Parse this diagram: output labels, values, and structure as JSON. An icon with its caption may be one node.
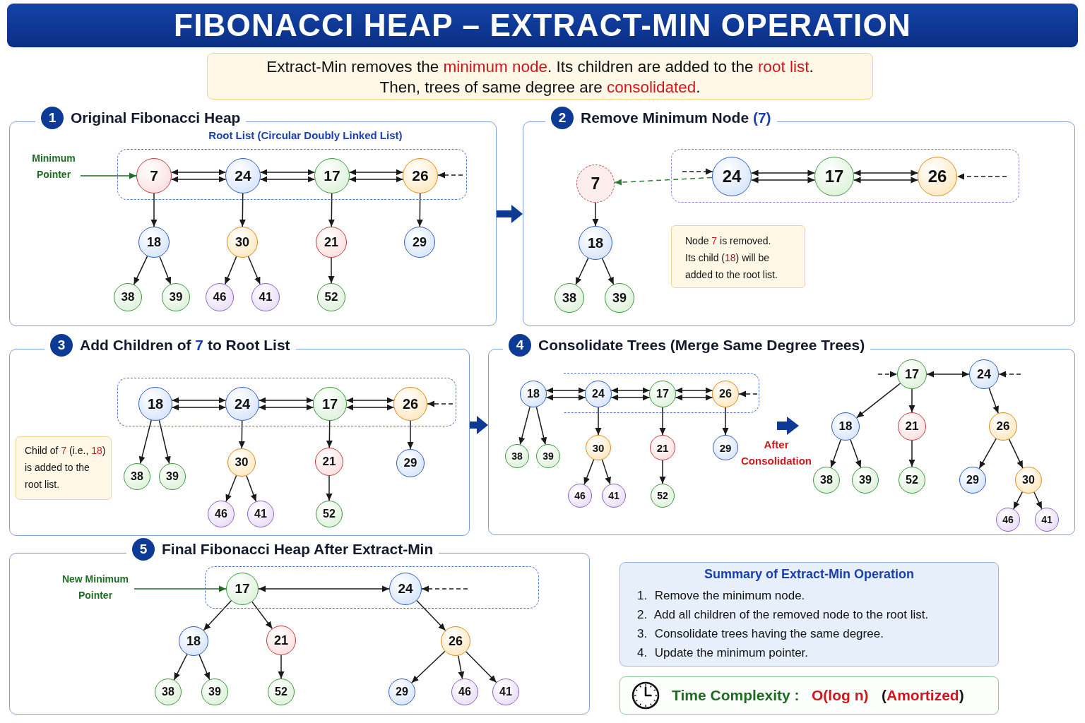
{
  "diagram": {
    "title": "FIBONACCI HEAP – EXTRACT-MIN OPERATION",
    "nodes": [
      {
        "text": [
          "Extract-Min removes the minimum node. Its children are added to the root list. Then, trees of same degree are consolidated."
        ]
      },
      {
        "text": [
          "1",
          "Original Fibonacci Heap"
        ]
      },
      {
        "text": [
          "Minimum Pointer"
        ],
        "in": 1
      },
      {
        "text": [
          "Root List (Circular Doubly Linked List)"
        ],
        "in": 1
      },
      {
        "text": [
          "7"
        ],
        "in": 3
      },
      {
        "text": [
          "24"
        ],
        "in": 3
      },
      {
        "text": [
          "17"
        ],
        "in": 3
      },
      {
        "text": [
          "26"
        ],
        "in": 3
      },
      {
        "text": [
          "18"
        ],
        "in": 1
      },
      {
        "text": [
          "30"
        ],
        "in": 1
      },
      {
        "text": [
          "21"
        ],
        "in": 1
      },
      {
        "text": [
          "29"
        ],
        "in": 1
      },
      {
        "text": [
          "38"
        ],
        "in": 1
      },
      {
        "text": [
          "39"
        ],
        "in": 1
      },
      {
        "text": [
          "46"
        ],
        "in": 1
      },
      {
        "text": [
          "41"
        ],
        "in": 1
      },
      {
        "text": [
          "52"
        ],
        "in": 1
      },
      {
        "text": [
          "2",
          "Remove Minimum Node (7)"
        ]
      },
      {
        "text": [
          "7"
        ],
        "in": 17
      },
      {
        "text": [],
        "shape": "box",
        "in": 17
      },
      {
        "text": [
          "24"
        ],
        "in": 19
      },
      {
        "text": [
          "17"
        ],
        "in": 19
      },
      {
        "text": [
          "26"
        ],
        "in": 19
      },
      {
        "text": [
          "18"
        ],
        "in": 17
      },
      {
        "text": [
          "Node 7 is removed. Its child (18) will be added to the root list."
        ],
        "in": 17
      },
      {
        "text": [
          "38"
        ],
        "in": 17
      },
      {
        "text": [
          "39"
        ],
        "in": 17
      },
      {
        "text": [
          "3",
          "Add Children of 7 to Root List"
        ]
      },
      {
        "text": [],
        "shape": "box",
        "in": 27
      },
      {
        "text": [
          "18"
        ],
        "in": 28
      },
      {
        "text": [
          "24"
        ],
        "in": 28
      },
      {
        "text": [
          "17"
        ],
        "in": 28
      },
      {
        "text": [
          "26"
        ],
        "in": 28
      },
      {
        "text": [
          "Child of 7 (i.e., 18) is added to the root list."
        ],
        "in": 27
      },
      {
        "text": [
          "30"
        ],
        "in": 27
      },
      {
        "text": [
          "21"
        ],
        "in": 27
      },
      {
        "text": [
          "29"
        ],
        "in": 27
      },
      {
        "text": [
          "38"
        ],
        "in": 27
      },
      {
        "text": [
          "39"
        ],
        "in": 27
      },
      {
        "text": [
          "46"
        ],
        "in": 27
      },
      {
        "text": [
          "41"
        ],
        "in": 27
      },
      {
        "text": [
          "52"
        ],
        "in": 27
      },
      {
        "text": [
          "4",
          "Consolidate Trees (Merge Same Degree Trees)"
        ]
      },
      {
        "text": [
          "18"
        ],
        "in": 42
      },
      {
        "text": [],
        "shape": "box",
        "in": 42
      },
      {
        "text": [
          "24"
        ],
        "in": 44
      },
      {
        "text": [
          "17"
        ],
        "in": 44
      },
      {
        "text": [
          "26"
        ],
        "in": 44
      },
      {
        "text": [
          "38"
        ],
        "in": 42
      },
      {
        "text": [
          "39"
        ],
        "in": 42
      },
      {
        "text": [
          "30"
        ],
        "in": 42
      },
      {
        "text": [
          "21"
        ],
        "in": 42
      },
      {
        "text": [
          "29"
        ],
        "in": 42
      },
      {
        "text": [
          "46"
        ],
        "in": 42
      },
      {
        "text": [
          "41"
        ],
        "in": 42
      },
      {
        "text": [
          "52"
        ],
        "in": 42
      },
      {
        "text": [
          "17"
        ],
        "in": 42
      },
      {
        "text": [
          "24"
        ],
        "in": 42
      },
      {
        "text": [
          "18"
        ],
        "in": 42
      },
      {
        "text": [
          "21"
        ],
        "in": 42
      },
      {
        "text": [
          "26"
        ],
        "in": 42
      },
      {
        "text": [
          "38"
        ],
        "in": 42
      },
      {
        "text": [
          "39"
        ],
        "in": 42
      },
      {
        "text": [
          "52"
        ],
        "in": 42
      },
      {
        "text": [
          "29"
        ],
        "in": 42
      },
      {
        "text": [
          "30"
        ],
        "in": 42
      },
      {
        "text": [
          "46"
        ],
        "in": 42
      },
      {
        "text": [
          "41"
        ],
        "in": 42
      },
      {
        "text": [
          "5",
          "Final Fibonacci Heap After Extract-Min"
        ]
      },
      {
        "text": [
          "New Minimum Pointer"
        ],
        "in": 68
      },
      {
        "text": [],
        "shape": "box",
        "in": 68
      },
      {
        "text": [
          "17"
        ],
        "in": 70
      },
      {
        "text": [
          "24"
        ],
        "in": 70
      },
      {
        "text": [
          "18"
        ],
        "in": 68
      },
      {
        "text": [
          "21"
        ],
        "in": 68
      },
      {
        "text": [
          "26"
        ],
        "in": 68
      },
      {
        "text": [
          "38"
        ],
        "in": 68
      },
      {
        "text": [
          "39"
        ],
        "in": 68
      },
      {
        "text": [
          "52"
        ],
        "in": 68
      },
      {
        "text": [
          "29"
        ],
        "in": 68
      },
      {
        "text": [
          "46"
        ],
        "in": 68
      },
      {
        "text": [
          "41"
        ],
        "in": 68
      },
      {
        "text": [
          "Summary of Extract-Min Operation",
          "1. Remove the minimum node.",
          "2. Add all children of the removed node to the root list.",
          "3. Consolidate trees having the same degree.",
          "4. Update the minimum pointer."
        ]
      },
      {
        "text": [
          "Time Complexity :",
          "O(log n)",
          "(Amortized)"
        ]
      }
    ],
    "edges": [
      {
        "from": 2,
        "to": 4,
        "arrow": "to",
        "color": "#1e6b22"
      },
      {
        "from": 4,
        "to": 5,
        "arrow": "both"
      },
      {
        "from": 4,
        "to": 5,
        "arrow": "both"
      },
      {
        "from": 5,
        "to": 6,
        "arrow": "both"
      },
      {
        "from": 5,
        "to": 6,
        "arrow": "both"
      },
      {
        "from": 6,
        "to": 7,
        "arrow": "both"
      },
      {
        "from": 6,
        "to": 7,
        "arrow": "both"
      },
      {
        "from": null,
        "to": 7,
        "arrow": "to",
        "style": "dashed"
      },
      {
        "from": 4,
        "to": 8,
        "arrow": "to"
      },
      {
        "from": 8,
        "to": 12,
        "arrow": "to"
      },
      {
        "from": 8,
        "to": 13,
        "arrow": "to"
      },
      {
        "from": 5,
        "to": 9,
        "arrow": "to"
      },
      {
        "from": 9,
        "to": 14,
        "arrow": "to"
      },
      {
        "from": 9,
        "to": 15,
        "arrow": "to"
      },
      {
        "from": 6,
        "to": 10,
        "arrow": "to"
      },
      {
        "from": 10,
        "to": 16,
        "arrow": "to"
      },
      {
        "from": 7,
        "to": 11,
        "arrow": "to"
      },
      {
        "from": 1,
        "to": 17,
        "arrow": "to",
        "style": "thick",
        "color": "#0d3a94"
      },
      {
        "from": 20,
        "to": 18,
        "arrow": "to",
        "style": "dashed",
        "color": "#2e7d32"
      },
      {
        "from": null,
        "to": 20,
        "arrow": "to",
        "style": "dashed"
      },
      {
        "from": 20,
        "to": 21,
        "arrow": "both"
      },
      {
        "from": 20,
        "to": 21,
        "arrow": "both"
      },
      {
        "from": 21,
        "to": 22,
        "arrow": "both"
      },
      {
        "from": 21,
        "to": 22,
        "arrow": "both"
      },
      {
        "from": null,
        "to": 22,
        "arrow": "to",
        "style": "dashed"
      },
      {
        "from": 18,
        "to": 23,
        "arrow": "to"
      },
      {
        "from": 23,
        "to": 25,
        "arrow": "to"
      },
      {
        "from": 23,
        "to": 26,
        "arrow": "to"
      },
      {
        "from": 29,
        "to": 30,
        "arrow": "both"
      },
      {
        "from": 29,
        "to": 30,
        "arrow": "both"
      },
      {
        "from": 30,
        "to": 31,
        "arrow": "both"
      },
      {
        "from": 30,
        "to": 31,
        "arrow": "both"
      },
      {
        "from": 31,
        "to": 32,
        "arrow": "both"
      },
      {
        "from": 31,
        "to": 32,
        "arrow": "both"
      },
      {
        "from": null,
        "to": 32,
        "arrow": "to",
        "style": "dashed"
      },
      {
        "from": 29,
        "to": 37,
        "arrow": "to"
      },
      {
        "from": 29,
        "to": 38,
        "arrow": "to"
      },
      {
        "from": 30,
        "to": 34,
        "arrow": "to"
      },
      {
        "from": 34,
        "to": 39,
        "arrow": "to"
      },
      {
        "from": 34,
        "to": 40,
        "arrow": "to"
      },
      {
        "from": 31,
        "to": 35,
        "arrow": "to"
      },
      {
        "from": 35,
        "to": 41,
        "arrow": "to"
      },
      {
        "from": 32,
        "to": 36,
        "arrow": "to"
      },
      {
        "from": 27,
        "to": 42,
        "arrow": "to",
        "style": "thick",
        "color": "#0d3a94"
      },
      {
        "from": 43,
        "to": 45,
        "arrow": "both"
      },
      {
        "from": 43,
        "to": 45,
        "arrow": "both"
      },
      {
        "from": 45,
        "to": 46,
        "arrow": "both"
      },
      {
        "from": 45,
        "to": 46,
        "arrow": "both"
      },
      {
        "from": 46,
        "to": 47,
        "arrow": "both"
      },
      {
        "from": 46,
        "to": 47,
        "arrow": "both"
      },
      {
        "from": null,
        "to": 47,
        "arrow": "to",
        "style": "dashed"
      },
      {
        "from": 43,
        "to": 48,
        "arrow": "to"
      },
      {
        "from": 43,
        "to": 49,
        "arrow": "to"
      },
      {
        "from": 45,
        "to": 50,
        "arrow": "to"
      },
      {
        "from": 50,
        "to": 53,
        "arrow": "to"
      },
      {
        "from": 50,
        "to": 54,
        "arrow": "to"
      },
      {
        "from": 46,
        "to": 51,
        "arrow": "to"
      },
      {
        "from": 51,
        "to": 55,
        "arrow": "to"
      },
      {
        "from": 47,
        "to": 52,
        "arrow": "to"
      },
      {
        "from": null,
        "to": 56,
        "arrow": "to",
        "style": "dashed"
      },
      {
        "from": 56,
        "to": 57,
        "arrow": "both"
      },
      {
        "from": null,
        "to": 57,
        "arrow": "to",
        "style": "dashed"
      },
      {
        "from": 56,
        "to": 58,
        "arrow": "to"
      },
      {
        "from": 56,
        "to": 59,
        "arrow": "to"
      },
      {
        "from": 57,
        "to": 60,
        "arrow": "to"
      },
      {
        "from": 58,
        "to": 61,
        "arrow": "to"
      },
      {
        "from": 58,
        "to": 62,
        "arrow": "to"
      },
      {
        "from": 59,
        "to": 63,
        "arrow": "to"
      },
      {
        "from": 60,
        "to": 64,
        "arrow": "to"
      },
      {
        "from": 60,
        "to": 65,
        "arrow": "to"
      },
      {
        "from": 65,
        "to": 66,
        "arrow": "to"
      },
      {
        "from": 65,
        "to": 67,
        "arrow": "to"
      },
      {
        "from": 69,
        "to": 71,
        "arrow": "to",
        "color": "#1e6b22"
      },
      {
        "from": 71,
        "to": 72,
        "arrow": "both"
      },
      {
        "from": null,
        "to": 72,
        "arrow": "to",
        "style": "dashed"
      },
      {
        "from": 71,
        "to": 73,
        "arrow": "to"
      },
      {
        "from": 71,
        "to": 74,
        "arrow": "to"
      },
      {
        "from": 72,
        "to": 75,
        "arrow": "to"
      },
      {
        "from": 73,
        "to": 76,
        "arrow": "to"
      },
      {
        "from": 73,
        "to": 77,
        "arrow": "to"
      },
      {
        "from": 74,
        "to": 78,
        "arrow": "to"
      },
      {
        "from": 75,
        "to": 79,
        "arrow": "to"
      },
      {
        "from": 75,
        "to": 80,
        "arrow": "to"
      },
      {
        "from": 75,
        "to": 81,
        "arrow": "to"
      }
    ],
    "labels": [
      "After Consolidation"
    ]
  }
}
